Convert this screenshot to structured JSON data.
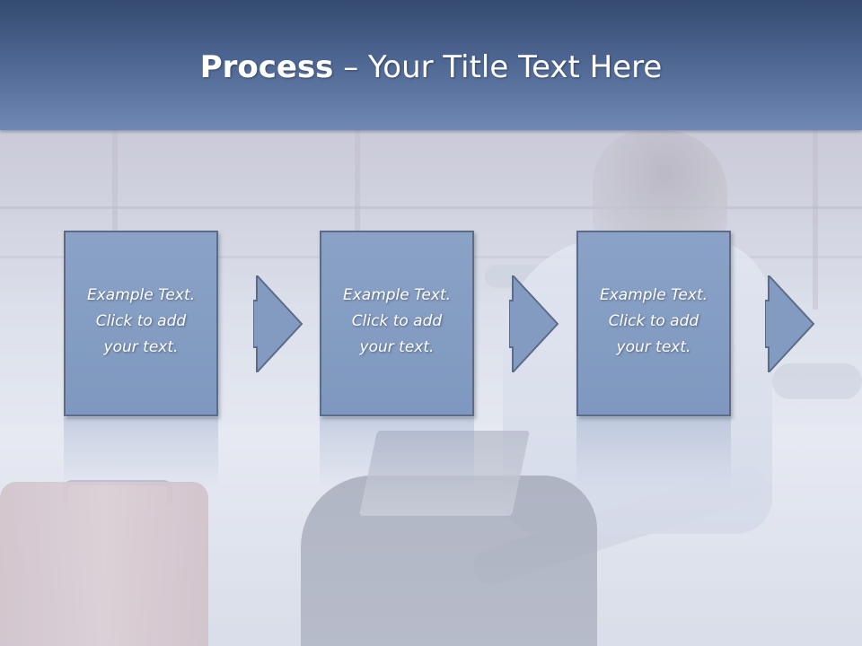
{
  "slide": {
    "title_bold": "Process",
    "title_rest": " – Your Title Text Here"
  },
  "steps": [
    {
      "line1": "Example Text.",
      "line2": "Click  to add",
      "line3": "your text."
    },
    {
      "line1": "Example Text.",
      "line2": "Click  to add",
      "line3": "your text."
    },
    {
      "line1": "Example Text.",
      "line2": "Click  to add",
      "line3": "your text."
    }
  ],
  "colors": {
    "title_band": "#4d6591",
    "step_fill": "#8aa2c6",
    "step_border": "#5c6c88",
    "text": "#ffffff"
  }
}
